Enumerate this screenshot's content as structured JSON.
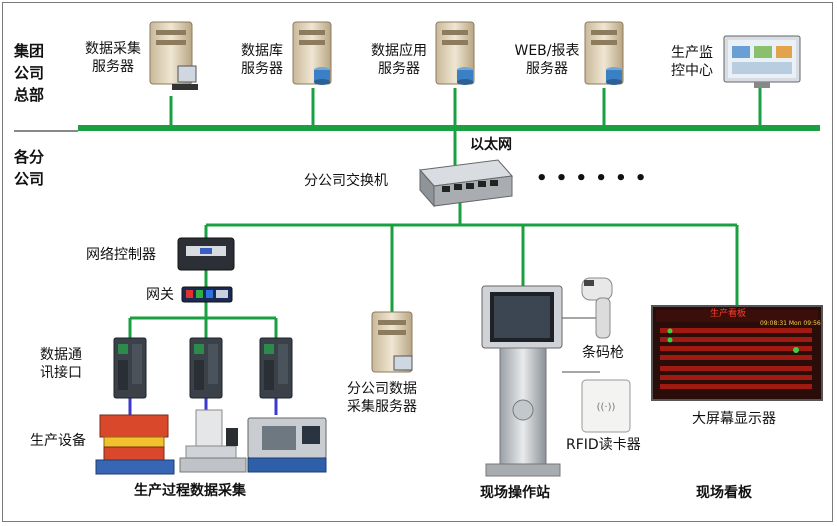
{
  "hq": {
    "label_lines": [
      "集团",
      "公司",
      "总部"
    ],
    "servers": [
      {
        "line1": "数据采集",
        "line2": "服务器"
      },
      {
        "line1": "数据库",
        "line2": "服务器"
      },
      {
        "line1": "数据应用",
        "line2": "服务器"
      },
      {
        "line1": "WEB/报表",
        "line2": "服务器"
      }
    ],
    "monitor": {
      "line1": "生产监",
      "line2": "控中心"
    }
  },
  "branch": {
    "label_lines": [
      "各分",
      "公司"
    ]
  },
  "network": {
    "ethernet_label": "以太网",
    "switch_label": "分公司交换机",
    "more": "• • • • • •"
  },
  "left": {
    "controller_label": "网络控制器",
    "gateway_label": "网关",
    "interface_line1": "数据通",
    "interface_line2": "讯接口",
    "equipment_label": "生产设备",
    "section_title": "生产过程数据采集"
  },
  "branch_server": {
    "line1": "分公司数据",
    "line2": "采集服务器"
  },
  "station": {
    "scanner_label": "条码枪",
    "rfid_label": "RFID读卡器",
    "section_title": "现场操作站"
  },
  "board": {
    "screen_title": "生产看板",
    "screen_time": "09:08:31 Mon 09:56",
    "display_label": "大屏幕显示器",
    "section_title": "现场看板"
  },
  "colors": {
    "network": "#1aa040",
    "gateway_link": "#3a3ad0",
    "board_bg": "#2a0c08",
    "board_text": "#ff3a2a"
  }
}
